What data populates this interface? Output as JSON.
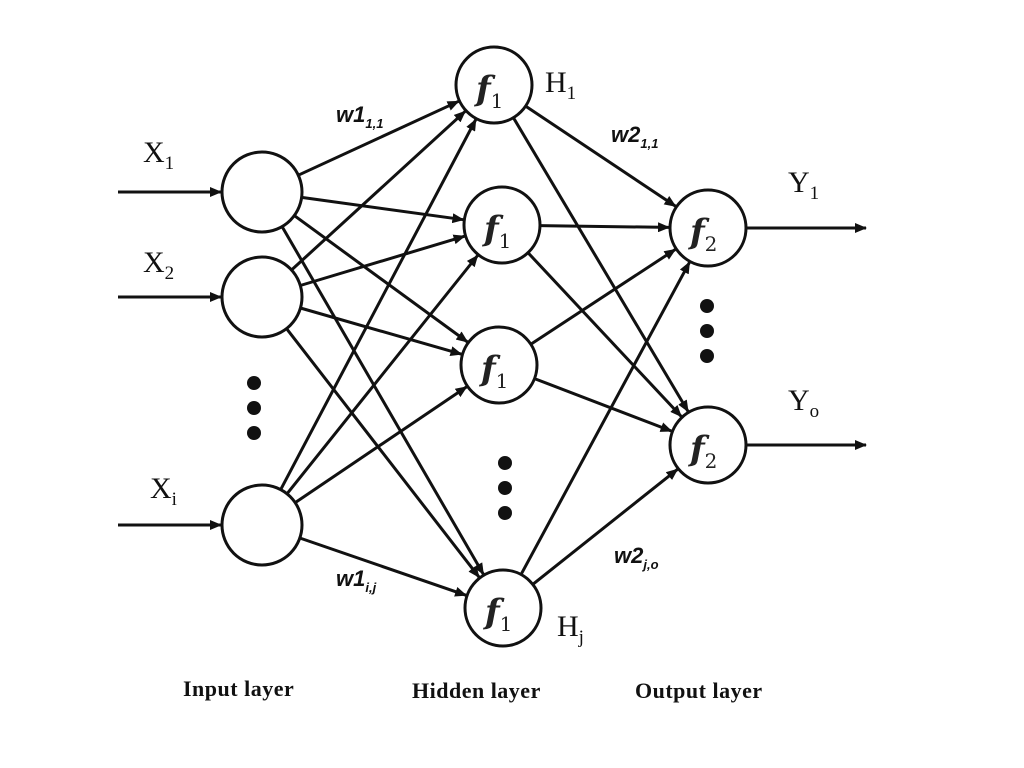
{
  "labels": {
    "input_layer": "Input layer",
    "hidden_layer": "Hidden layer",
    "output_layer": "Output layer"
  },
  "inputs": [
    {
      "name": "X",
      "sub": "1"
    },
    {
      "name": "X",
      "sub": "2"
    },
    {
      "name": "X",
      "sub": "i"
    }
  ],
  "hidden": [
    {
      "fn": "f",
      "fn_sub": "1",
      "name": "H",
      "sub": "1"
    },
    {
      "fn": "f",
      "fn_sub": "1"
    },
    {
      "fn": "f",
      "fn_sub": "1"
    },
    {
      "fn": "f",
      "fn_sub": "1",
      "name": "H",
      "sub": "j"
    }
  ],
  "outputs": [
    {
      "fn": "f",
      "fn_sub": "2",
      "name": "Y",
      "sub": "1"
    },
    {
      "fn": "f",
      "fn_sub": "2",
      "name": "Y",
      "sub": "o"
    }
  ],
  "weights": {
    "w1_first": {
      "main": "w1",
      "sub": "1,1"
    },
    "w1_last": {
      "main": "w1",
      "sub": "i,j"
    },
    "w2_first": {
      "main": "w2",
      "sub": "1,1"
    },
    "w2_last": {
      "main": "w2",
      "sub": "j,o"
    }
  },
  "ellipsis": {
    "input": "vertical-dots",
    "hidden": "vertical-dots",
    "output": "vertical-dots"
  }
}
